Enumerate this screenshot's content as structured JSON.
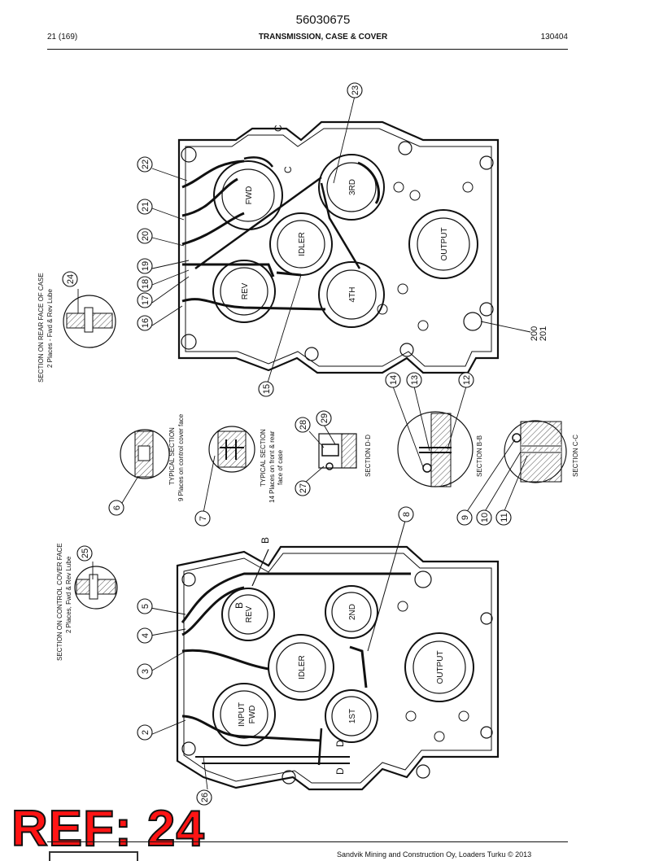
{
  "header": {
    "doc_number": "56030675",
    "page": "21 (169)",
    "title": "TRANSMISSION, CASE & COVER",
    "date_code": "130404"
  },
  "reference": {
    "label": "REF: 24"
  },
  "footer": {
    "text": "Sandvik Mining and Construction Oy, Loaders Turku © 2013"
  },
  "diagram": {
    "callouts": [
      "2",
      "3",
      "4",
      "5",
      "6",
      "7",
      "8",
      "9",
      "10",
      "11",
      "12",
      "13",
      "14",
      "15",
      "16",
      "17",
      "18",
      "19",
      "20",
      "21",
      "22",
      "23",
      "24",
      "25",
      "26",
      "27",
      "28",
      "29"
    ],
    "callout_200": "200",
    "callout_201": "201",
    "gears_case": [
      "FWD",
      "3RD",
      "IDLER",
      "OUTPUT",
      "REV",
      "4TH"
    ],
    "gears_cover": [
      "REV",
      "2ND",
      "IDLER",
      "OUTPUT",
      "INPUT",
      "FWD",
      "1ST"
    ],
    "section_letters": {
      "b": "B",
      "c": "C",
      "d": "D"
    },
    "notes": {
      "rear_case_title": "SECTION ON REAR FACE OF CASE",
      "rear_case_sub": "2 Places - Fwd & Rev Lube",
      "control_cover_title": "SECTION ON CONTROL COVER FACE",
      "control_cover_sub": "2 Places, Fwd & Rev Lube",
      "typical_1_title": "TYPICAL SECTION",
      "typical_1_sub": "9 Places on control cover face",
      "typical_2_title": "TYPICAL SECTION",
      "typical_2_sub": "14 Places on front & rear",
      "typical_2_sub2": "face of case",
      "section_dd": "SECTION D-D",
      "section_bb": "SECTION B-B",
      "section_cc": "SECTION C-C"
    }
  }
}
